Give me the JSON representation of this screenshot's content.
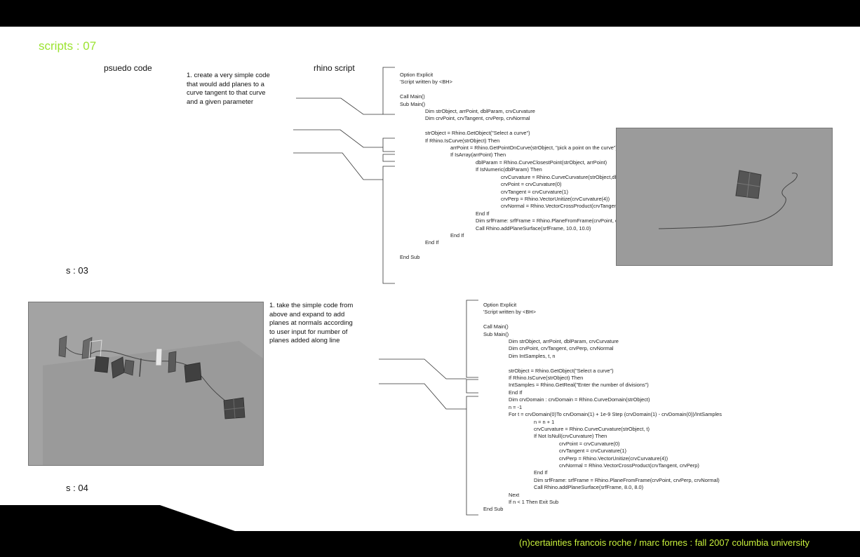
{
  "page": {
    "title": "scripts : 07",
    "footer": "(n)certainties francois roche / marc fornes : fall 2007 columbia university"
  },
  "headers": {
    "pseudo": "psuedo code",
    "rhino": "rhino script"
  },
  "section1": {
    "label": "s : 03",
    "description": "1. create a very simple code\nthat would add planes to a\ncurve tangent to that curve\nand a given parameter",
    "code": "Option Explicit\n'Script written by <BH>\n\nCall Main()\nSub Main()\n\tDim strObject, arrPoint, dblParam, crvCurvature\n\tDim crvPoint, crvTangent, crvPerp, crvNormal\n\n\tstrObject = Rhino.GetObject(\"Select a curve\")\n\tIf Rhino.IsCurve(strObject) Then\n\t\tarrPoint = Rhino.GetPointOnCurve(strObject, \"pick a point on the curve\")\n\t\tIf IsArray(arrPoint) Then\n\t\t\tdblParam = Rhino.CurveClosestPoint(strObject, arrPoint)\n\t\t\tIf IsNumeric(dblParam) Then\n\t\t\t\tcrvCurvature = Rhino.CurveCurvature(strObject,dblParam)\n\t\t\t\tcrvPoint = crvCurvature(0)\n\t\t\t\tcrvTangent = crvCurvature(1)\n\t\t\t\tcrvPerp = Rhino.VectorUnitize(crvCurvature(4))\n\t\t\t\tcrvNormal = Rhino.VectorCrossProduct(crvTangent, crvPerp)\n\t\t\tEnd If\n\t\t\tDim srfFrame: srfFrame = Rhino.PlaneFromFrame(crvPoint, crvPerp, crvNormal)\n\t\t\tCall Rhino.addPlaneSurface(srfFrame, 10.0, 10.0)\n\t\tEnd If\n\tEnd If\n\nEnd Sub"
  },
  "section2": {
    "label": "s : 04",
    "description": "1. take the simple code from\nabove and expand to add\nplanes at normals according\nto user input for number of\nplanes added along line",
    "code": "Option Explicit\n'Script written by <BH>\n\nCall Main()\nSub Main()\n\tDim strObject, arrPoint, dblParam, crvCurvature\n\tDim crvPoint, crvTangent, crvPerp, crvNormal\n\tDim IntSamples, t, n\n\n\tstrObject = Rhino.GetObject(\"Select a curve\")\n\tIf Rhino.IsCurve(strObject) Then\n\tIntSamples = Rhino.GetReal(\"Enter the number of divisions\")\n\tEnd If\n\tDim crvDomain : crvDomain = Rhino.CurveDomain(strObject)\n\tn = -1\n\tFor t = crvDomain(0)To crvDomain(1) + 1e-9 Step (crvDomain(1) - crvDomain(0))/IntSamples\n\t\tn = n + 1\n\t\tcrvCurvature = Rhino.CurveCurvature(strObject, t)\n\t\tIf Not IsNull(crvCurvature) Then\n\t\t\tcrvPoint = crvCurvature(0)\n\t\t\tcrvTangent = crvCurvature(1)\n\t\t\tcrvPerp = Rhino.VectorUnitize(crvCurvature(4))\n\t\t\tcrvNormal = Rhino.VectorCrossProduct(crvTangent, crvPerp)\n\t\tEnd If\n\t\tDim srfFrame: srfFrame = Rhino.PlaneFromFrame(crvPoint, crvPerp, crvNormal)\n\t\tCall Rhino.addPlaneSurface(srfFrame, 8.0, 8.0)\n\tNext\n\tIf n < 1 Then Exit Sub\nEnd Sub"
  },
  "colors": {
    "accent": "#9be330",
    "footer_text": "#c8f03c",
    "bar": "#000000",
    "viewport": "#9b9b9b"
  }
}
